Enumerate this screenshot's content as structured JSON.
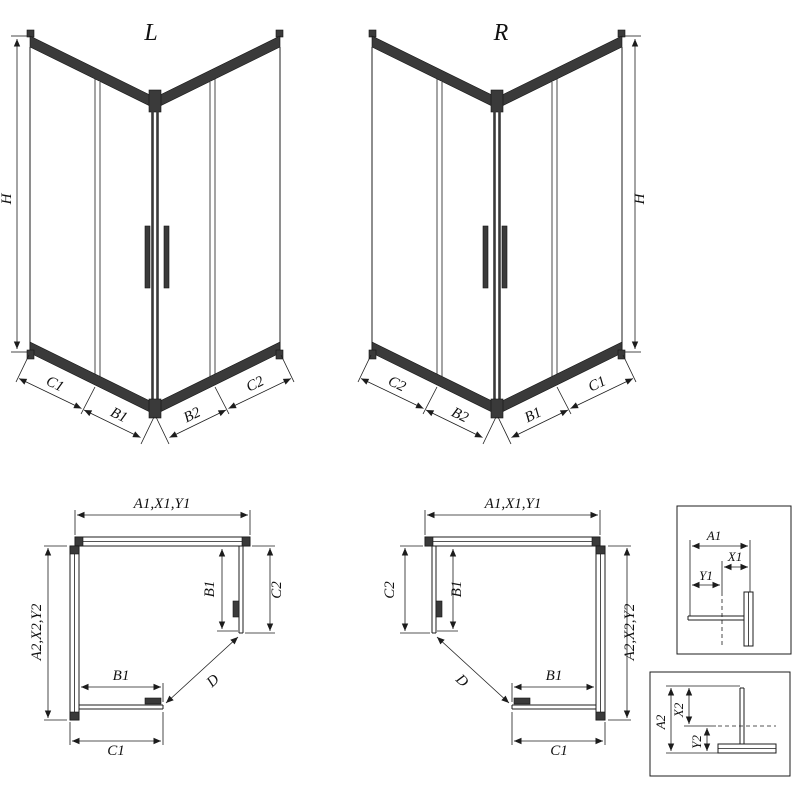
{
  "drawing": {
    "background": "#ffffff",
    "line_color": "#1c1c1c",
    "profile_color": "#3a3a3a",
    "iso_left": {
      "variant": "L",
      "h": "H",
      "c1": "C1",
      "b1": "B1",
      "b2": "B2",
      "c2": "C2"
    },
    "iso_right": {
      "variant": "R",
      "h": "H",
      "c1": "C1",
      "b1": "B1",
      "b2": "B2",
      "c2": "C2"
    },
    "plan_left": {
      "top": "A1,X1,Y1",
      "side": "A2,X2,Y2",
      "b1_vertical": "B1",
      "c2_vertical": "C2",
      "b1_horizontal": "B1",
      "c1": "C1",
      "d": "D"
    },
    "plan_right": {
      "top": "A1,X1,Y1",
      "side": "A2,X2,Y2",
      "b1_vertical": "B1",
      "c2_vertical": "C2",
      "b1_horizontal": "B1",
      "c1": "C1",
      "d": "D"
    },
    "detail_top": {
      "a1": "A1",
      "x1": "X1",
      "y1": "Y1"
    },
    "detail_bottom": {
      "a2": "A2",
      "x2": "X2",
      "y2": "Y2"
    }
  }
}
